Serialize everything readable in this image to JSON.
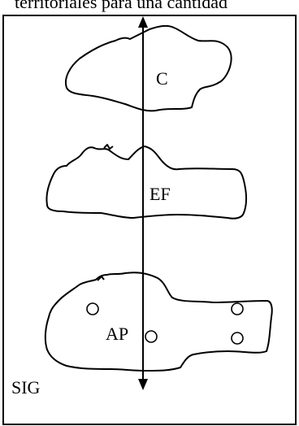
{
  "header_text": "territoriales para una cantidad",
  "regions": [
    {
      "id": "c",
      "label": "C"
    },
    {
      "id": "ef",
      "label": "EF"
    },
    {
      "id": "ap",
      "label": "AP"
    }
  ],
  "bottom_label": "SIG"
}
